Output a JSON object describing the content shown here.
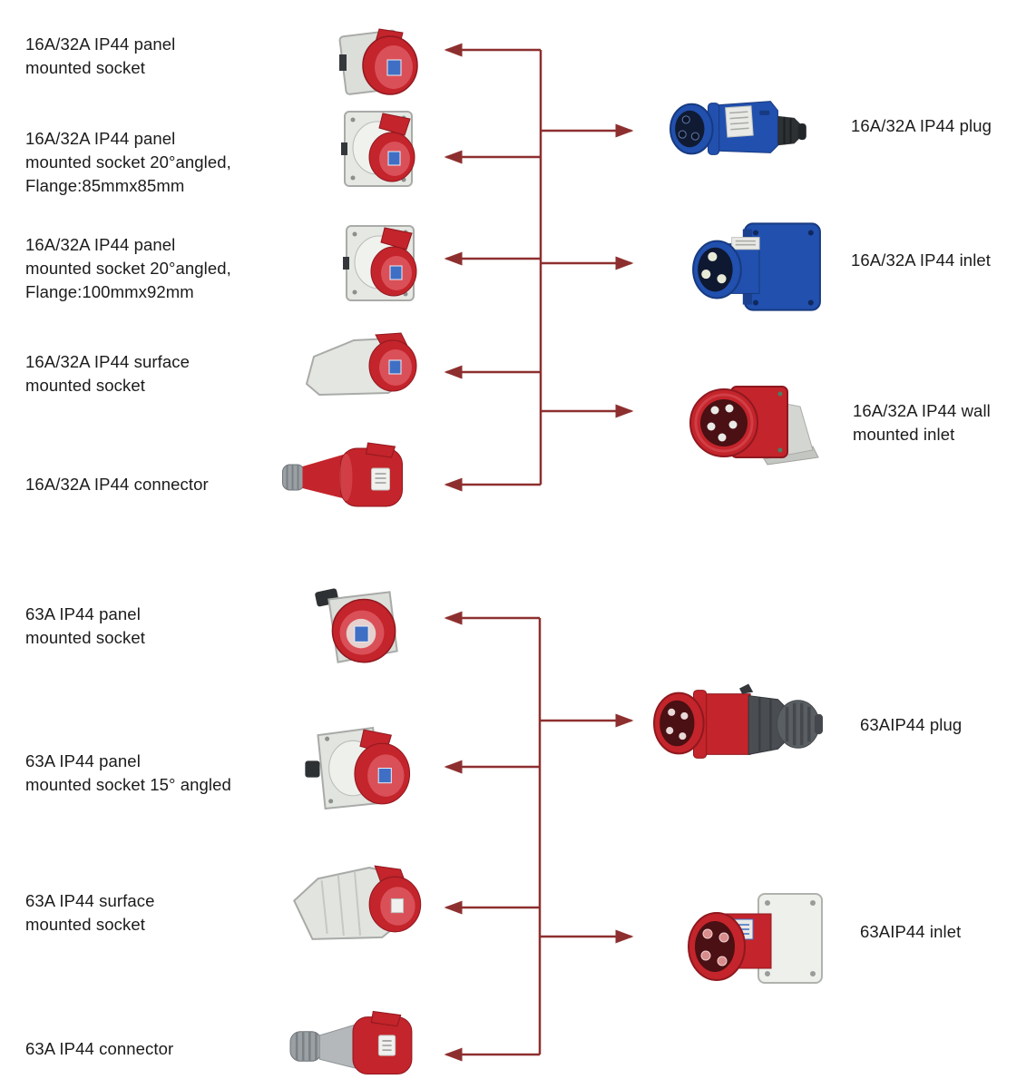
{
  "colors": {
    "arrow": "#8e2f2f",
    "text": "#1b1b1b",
    "socket_red": "#c4242b",
    "device_blue": "#2150ae",
    "flange_grey": "#dcdeda",
    "background": "#ffffff"
  },
  "left_items": [
    {
      "id": "socket-panel-16",
      "icon": "panel-socket-image",
      "label": "16A/32A IP44 panel\nmounted socket"
    },
    {
      "id": "socket-angled-85",
      "icon": "angled-panel-socket-image",
      "label": "16A/32A IP44 panel\nmounted socket 20°angled,\nFlange:85mmx85mm"
    },
    {
      "id": "socket-angled-100",
      "icon": "angled-panel-socket-image",
      "label": "16A/32A IP44 panel\nmounted socket 20°angled,\nFlange:100mmx92mm"
    },
    {
      "id": "socket-surface-16",
      "icon": "surface-socket-image",
      "label": "16A/32A IP44 surface\nmounted socket"
    },
    {
      "id": "connector-16",
      "icon": "cable-connector-image",
      "label": "16A/32A IP44 connector"
    },
    {
      "id": "socket-panel-63",
      "icon": "panel-socket-63-image",
      "label": "63A IP44 panel\nmounted socket"
    },
    {
      "id": "socket-angled-63",
      "icon": "angled-panel-socket-63-image",
      "label": "63A IP44 panel\nmounted socket 15° angled"
    },
    {
      "id": "socket-surface-63",
      "icon": "surface-socket-63-image",
      "label": "63A IP44 surface\nmounted socket"
    },
    {
      "id": "connector-63",
      "icon": "cable-connector-63-image",
      "label": "63A IP44 connector"
    }
  ],
  "right_items": [
    {
      "id": "plug-16",
      "icon": "blue-plug-image",
      "label": "16A/32A IP44 plug"
    },
    {
      "id": "inlet-16",
      "icon": "blue-inlet-image",
      "label": "16A/32A IP44 inlet"
    },
    {
      "id": "wall-inlet-16",
      "icon": "wall-inlet-image",
      "label": "16A/32A IP44 wall\nmounted inlet"
    },
    {
      "id": "plug-63",
      "icon": "red-plug-63-image",
      "label": "63AIP44 plug"
    },
    {
      "id": "inlet-63",
      "icon": "red-inlet-63-image",
      "label": "63AIP44 inlet"
    }
  ]
}
